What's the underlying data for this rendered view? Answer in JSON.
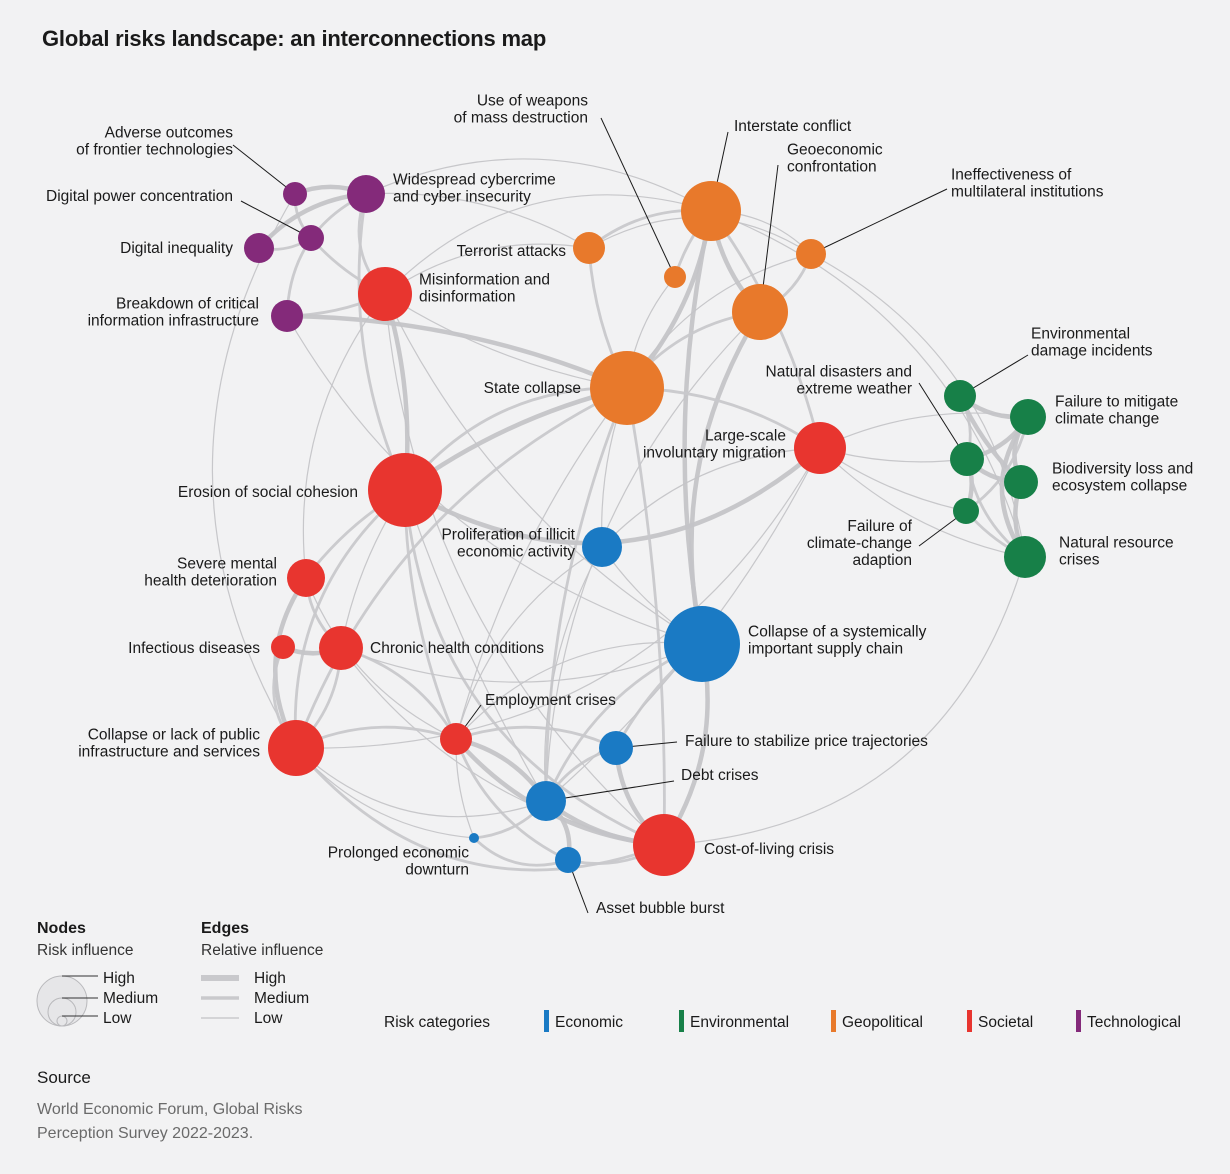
{
  "title": "Global risks landscape: an interconnections map",
  "category_colors": {
    "economic": "#1a7ac4",
    "environmental": "#178048",
    "geopolitical": "#e8792b",
    "societal": "#e8352f",
    "technological": "#842a7a"
  },
  "nodes": [
    {
      "id": "adverse-outcomes-frontier-tech",
      "label": [
        "Adverse outcomes",
        "of frontier technologies"
      ],
      "category": "technological",
      "influence": "low"
    },
    {
      "id": "digital-power-concentration",
      "label": [
        "Digital power concentration"
      ],
      "category": "technological",
      "influence": "low"
    },
    {
      "id": "digital-inequality",
      "label": [
        "Digital inequality"
      ],
      "category": "technological",
      "influence": "low"
    },
    {
      "id": "breakdown-critical-info-infrastructure",
      "label": [
        "Breakdown of critical",
        "information infrastructure"
      ],
      "category": "technological",
      "influence": "low"
    },
    {
      "id": "widespread-cybercrime",
      "label": [
        "Widespread cybercrime",
        "and cyber insecurity"
      ],
      "category": "technological",
      "influence": "medium"
    },
    {
      "id": "misinformation-disinformation",
      "label": [
        "Misinformation and",
        "disinformation"
      ],
      "category": "societal",
      "influence": "high"
    },
    {
      "id": "use-of-weapons-mass-destruction",
      "label": [
        "Use of weapons",
        "of mass destruction"
      ],
      "category": "geopolitical",
      "influence": "low"
    },
    {
      "id": "terrorist-attacks",
      "label": [
        "Terrorist attacks"
      ],
      "category": "geopolitical",
      "influence": "low"
    },
    {
      "id": "interstate-conflict",
      "label": [
        "Interstate conflict"
      ],
      "category": "geopolitical",
      "influence": "high"
    },
    {
      "id": "geoeconomic-confrontation",
      "label": [
        "Geoeconomic",
        "confrontation"
      ],
      "category": "geopolitical",
      "influence": "high"
    },
    {
      "id": "ineffectiveness-multilateral-institutions",
      "label": [
        "Ineffectiveness of",
        "multilateral institutions"
      ],
      "category": "geopolitical",
      "influence": "low"
    },
    {
      "id": "state-collapse",
      "label": [
        "State collapse"
      ],
      "category": "geopolitical",
      "influence": "high"
    },
    {
      "id": "environmental-damage-incidents",
      "label": [
        "Environmental",
        "damage incidents"
      ],
      "category": "environmental",
      "influence": "low"
    },
    {
      "id": "natural-disasters-extreme-weather",
      "label": [
        "Natural disasters and",
        "extreme weather"
      ],
      "category": "environmental",
      "influence": "low"
    },
    {
      "id": "failure-mitigate-climate-change",
      "label": [
        "Failure to mitigate",
        "climate change"
      ],
      "category": "environmental",
      "influence": "medium"
    },
    {
      "id": "biodiversity-loss",
      "label": [
        "Biodiversity loss and",
        "ecosystem collapse"
      ],
      "category": "environmental",
      "influence": "low"
    },
    {
      "id": "failure-climate-change-adaption",
      "label": [
        "Failure of",
        "climate-change",
        "adaption"
      ],
      "category": "environmental",
      "influence": "low"
    },
    {
      "id": "natural-resource-crises",
      "label": [
        "Natural resource",
        "crises"
      ],
      "category": "environmental",
      "influence": "medium"
    },
    {
      "id": "large-scale-involuntary-migration",
      "label": [
        "Large-scale",
        "involuntary migration"
      ],
      "category": "societal",
      "influence": "high"
    },
    {
      "id": "erosion-social-cohesion",
      "label": [
        "Erosion of social cohesion"
      ],
      "category": "societal",
      "influence": "high"
    },
    {
      "id": "proliferation-illicit-economic-activity",
      "label": [
        "Proliferation of illicit",
        "economic activity"
      ],
      "category": "economic",
      "influence": "medium"
    },
    {
      "id": "severe-mental-health-deterioration",
      "label": [
        "Severe mental",
        "health deterioration"
      ],
      "category": "societal",
      "influence": "medium"
    },
    {
      "id": "infectious-diseases",
      "label": [
        "Infectious diseases"
      ],
      "category": "societal",
      "influence": "low"
    },
    {
      "id": "chronic-health-conditions",
      "label": [
        "Chronic health conditions"
      ],
      "category": "societal",
      "influence": "medium"
    },
    {
      "id": "collapse-systemically-important-supply-chain",
      "label": [
        "Collapse of a systemically",
        "important supply chain"
      ],
      "category": "economic",
      "influence": "high"
    },
    {
      "id": "employment-crises",
      "label": [
        "Employment crises"
      ],
      "category": "societal",
      "influence": "low"
    },
    {
      "id": "collapse-public-infrastructure",
      "label": [
        "Collapse or lack of public",
        "infrastructure and services"
      ],
      "category": "societal",
      "influence": "high"
    },
    {
      "id": "failure-stabilize-price-trajectories",
      "label": [
        "Failure to stabilize price trajectories"
      ],
      "category": "economic",
      "influence": "low"
    },
    {
      "id": "debt-crises",
      "label": [
        "Debt crises"
      ],
      "category": "economic",
      "influence": "medium"
    },
    {
      "id": "prolonged-economic-downturn",
      "label": [
        "Prolonged economic",
        "downturn"
      ],
      "category": "economic",
      "influence": "low"
    },
    {
      "id": "cost-of-living-crisis",
      "label": [
        "Cost-of-living crisis"
      ],
      "category": "societal",
      "influence": "high"
    },
    {
      "id": "asset-bubble-burst",
      "label": [
        "Asset bubble burst"
      ],
      "category": "economic",
      "influence": "low"
    }
  ],
  "legend": {
    "nodes_heading": "Nodes",
    "nodes_subheading": "Risk influence",
    "node_levels": [
      "High",
      "Medium",
      "Low"
    ],
    "edges_heading": "Edges",
    "edges_subheading": "Relative influence",
    "edge_levels": [
      "High",
      "Medium",
      "Low"
    ],
    "categories_heading": "Risk categories",
    "categories": [
      {
        "key": "economic",
        "label": "Economic"
      },
      {
        "key": "environmental",
        "label": "Environmental"
      },
      {
        "key": "geopolitical",
        "label": "Geopolitical"
      },
      {
        "key": "societal",
        "label": "Societal"
      },
      {
        "key": "technological",
        "label": "Technological"
      }
    ]
  },
  "source": {
    "heading": "Source",
    "text": "World Economic Forum, Global Risks Perception Survey 2022-2023."
  }
}
